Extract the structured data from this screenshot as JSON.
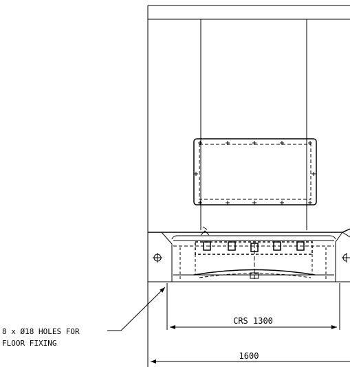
{
  "annotations": {
    "holes_note_line1": "8 x Ø18 HOLES FOR",
    "holes_note_line2": "FLOOR FIXING"
  },
  "dimensions": {
    "crs_label": "CRS 1300",
    "overall_label": "1600"
  },
  "colors": {
    "line": "#000000",
    "background": "#ffffff"
  }
}
